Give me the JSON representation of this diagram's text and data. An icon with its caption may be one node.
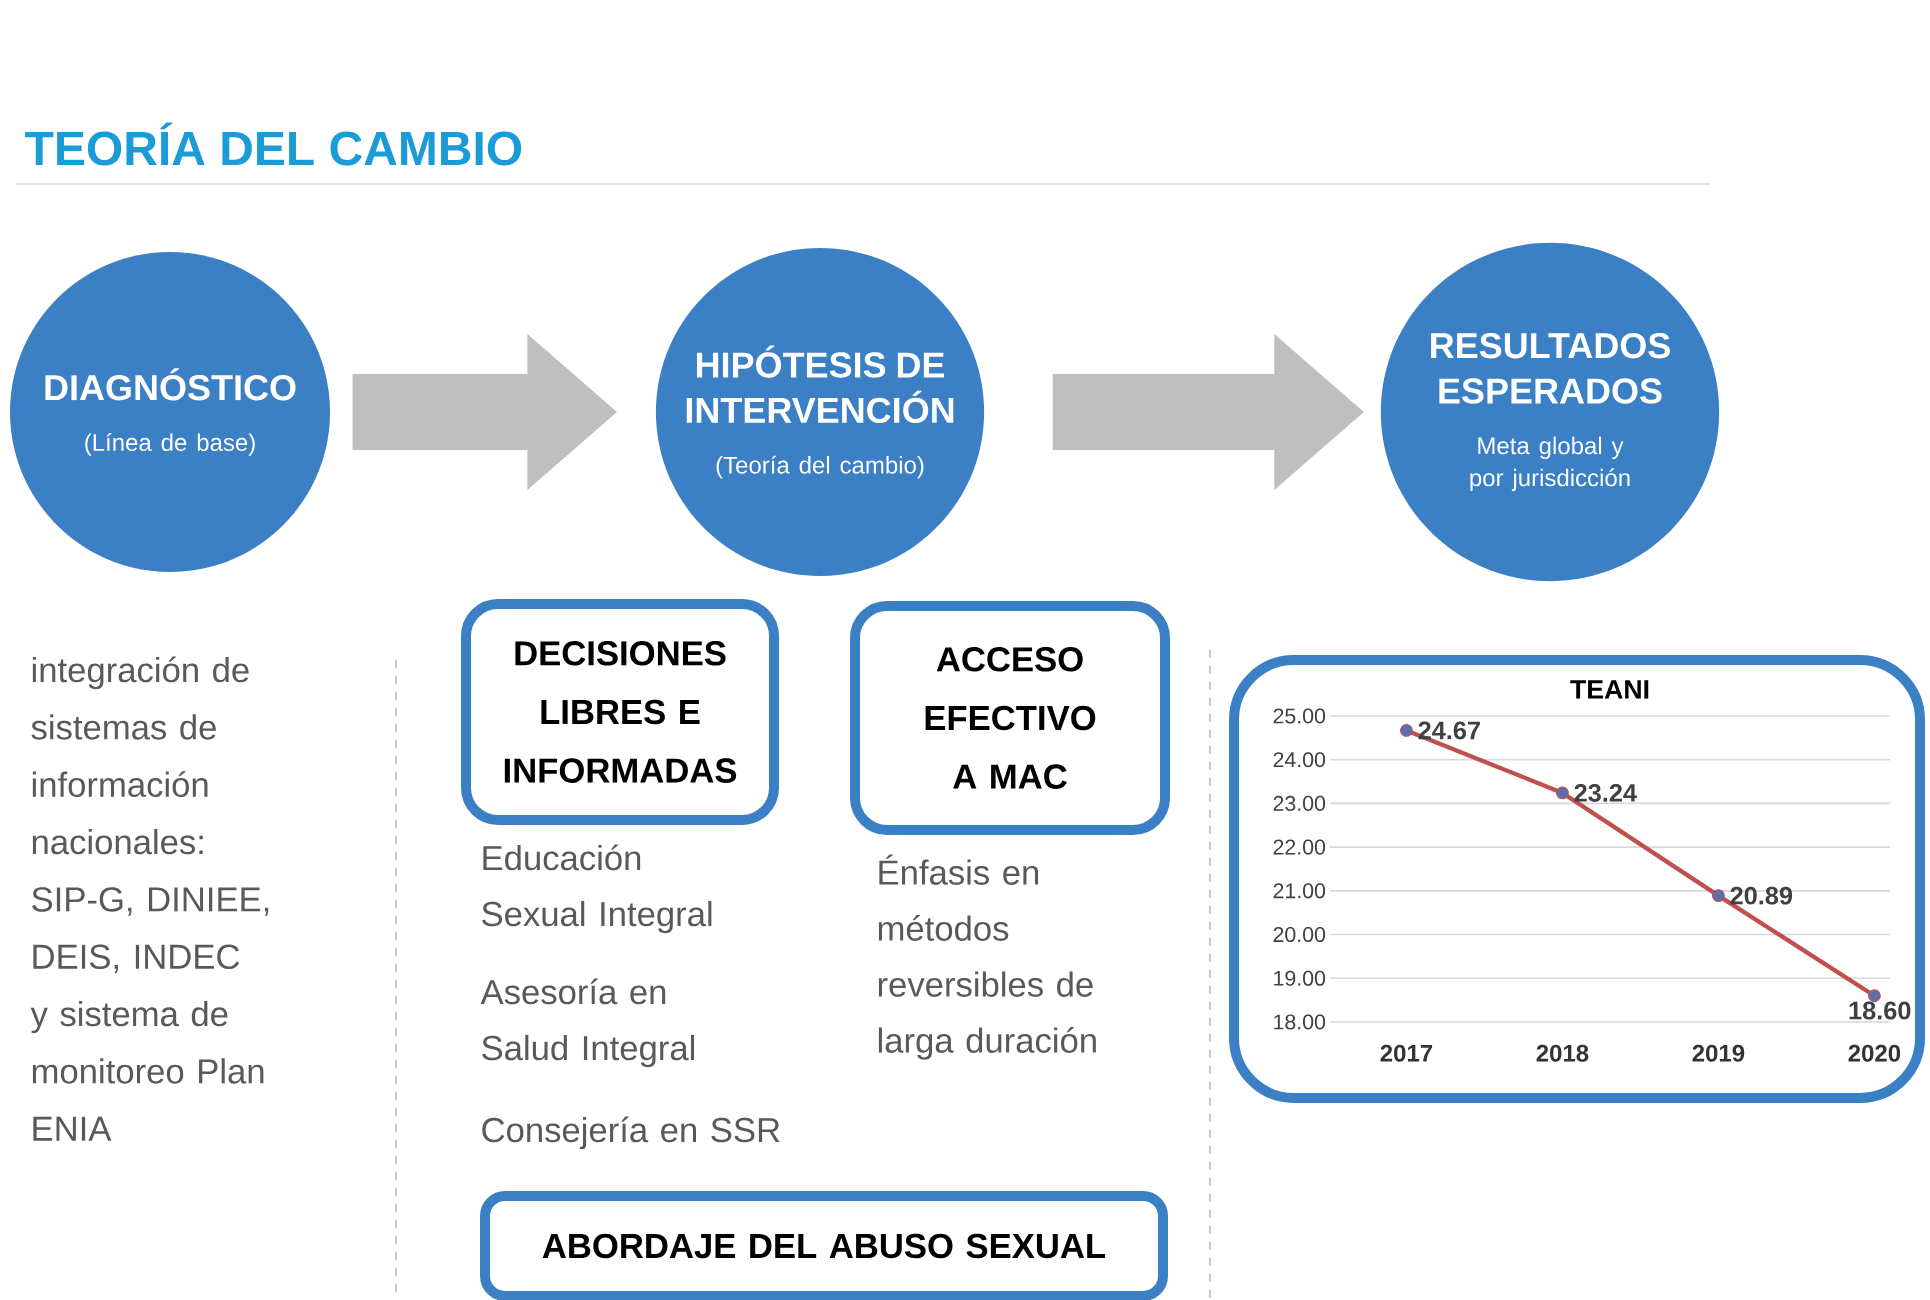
{
  "diagram": {
    "title": "TEORÍA DEL CAMBIO",
    "nodes": [
      {
        "text": [
          "DIAGNÓSTICO",
          "(Línea de base)"
        ]
      },
      {
        "text": [
          "HIPÓTESIS DE INTERVENCIÓN",
          "(Teoría del cambio)"
        ]
      },
      {
        "text": [
          "RESULTADOS ESPERADOS",
          "Meta global y por jurisdicción"
        ]
      },
      {
        "text": [
          "DECISIONES LIBRES E INFORMADAS"
        ],
        "beside": [
          "Educación Sexual Integral",
          "Asesoría en Salud Integral",
          "Consejería en SSR"
        ]
      },
      {
        "text": [
          "ACCESO EFECTIVO A MAC"
        ],
        "beside": [
          "Énfasis en métodos reversibles de larga duración"
        ]
      },
      {
        "text": [
          "ABORDAJE DEL ABUSO SEXUAL"
        ]
      }
    ],
    "edges": [
      {
        "from": 0,
        "to": 1,
        "arrow": "to"
      },
      {
        "from": 1,
        "to": 2,
        "arrow": "to"
      }
    ],
    "labels": [
      "integración de sistemas de información nacionales: SIP-G, DINIEE, DEIS, INDEC y sistema de monitoreo Plan ENIA"
    ],
    "chart_data": {
      "type": "line",
      "title": "TEANI",
      "categories": [
        "2017",
        "2018",
        "2019",
        "2020"
      ],
      "series": [
        {
          "color": "#c0504d",
          "marker": "circle",
          "values": [
            24.67,
            23.24,
            20.89,
            18.6
          ]
        }
      ],
      "ylim": [
        18,
        25
      ],
      "yticks": [
        {
          "value": 18,
          "label": "18.00"
        },
        {
          "value": 19,
          "label": "19.00"
        },
        {
          "value": 20,
          "label": "20.00"
        },
        {
          "value": 21,
          "label": "21.00"
        },
        {
          "value": 22,
          "label": "22.00"
        },
        {
          "value": 23,
          "label": "23.00"
        },
        {
          "value": 24,
          "label": "24.00"
        },
        {
          "value": 25,
          "label": "25.00"
        }
      ],
      "grid": true,
      "value_labels": [
        "24.67",
        "23.24",
        "20.89",
        "18.60"
      ]
    }
  }
}
